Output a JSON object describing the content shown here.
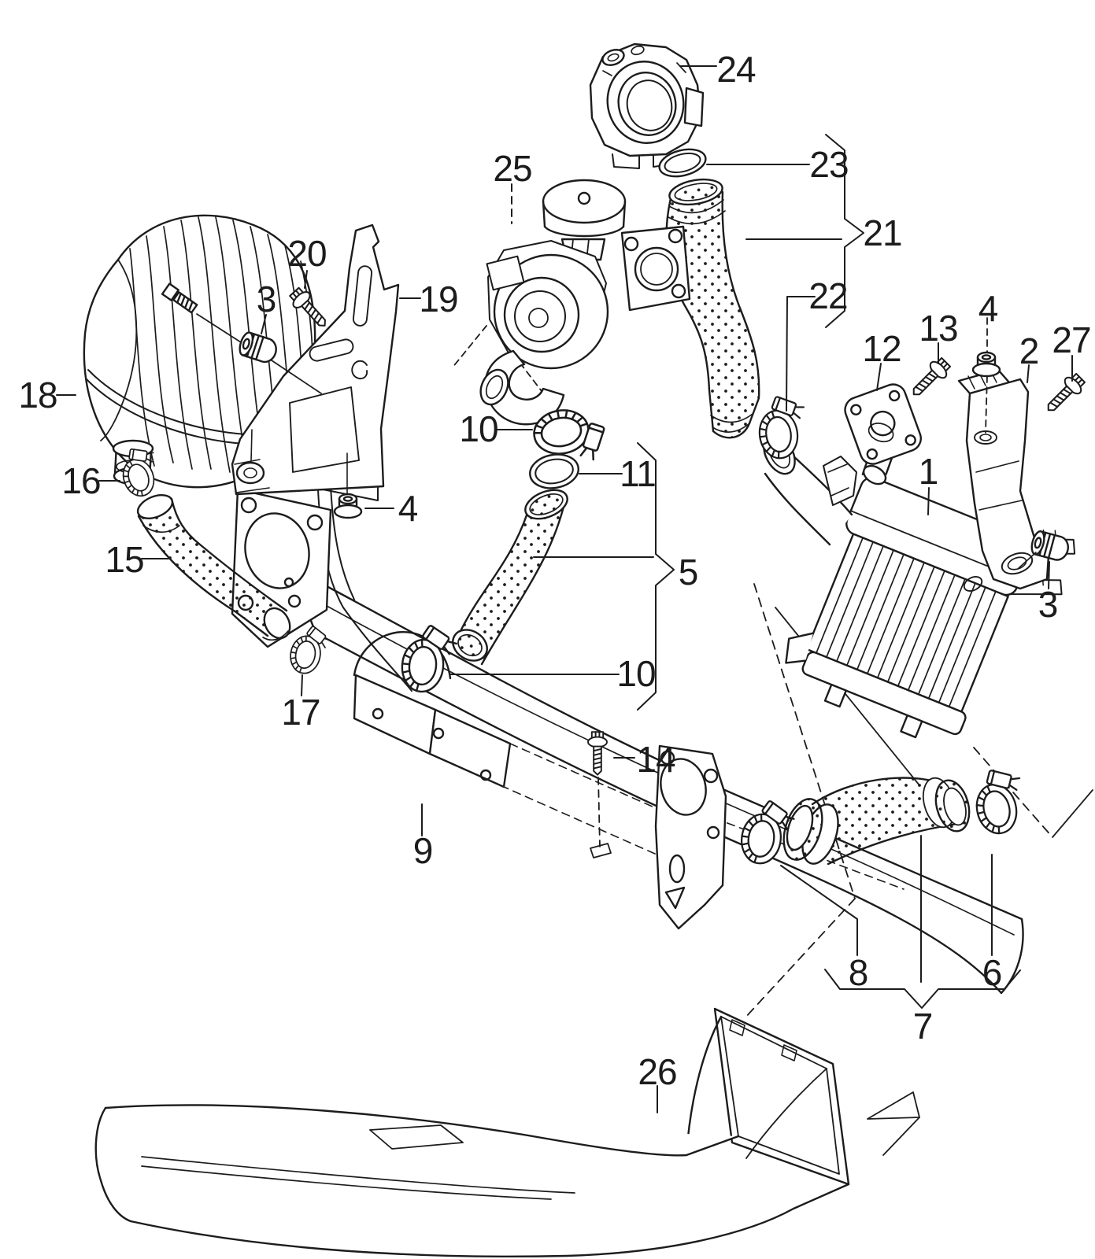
{
  "figure": {
    "kind": "exploded-parts-diagram",
    "background_color": "#ffffff",
    "line_color": "#1c1c1c"
  },
  "callouts": {
    "c1": {
      "label": "1"
    },
    "c2": {
      "label": "2"
    },
    "c3l": {
      "label": "3"
    },
    "c3r": {
      "label": "3"
    },
    "c4c": {
      "label": "4"
    },
    "c4r": {
      "label": "4"
    },
    "c5": {
      "label": "5"
    },
    "c6": {
      "label": "6"
    },
    "c7": {
      "label": "7"
    },
    "c8": {
      "label": "8"
    },
    "c9": {
      "label": "9"
    },
    "c10u": {
      "label": "10"
    },
    "c10l": {
      "label": "10"
    },
    "c11": {
      "label": "11"
    },
    "c12": {
      "label": "12"
    },
    "c13": {
      "label": "13"
    },
    "c14": {
      "label": "14"
    },
    "c15": {
      "label": "15"
    },
    "c16": {
      "label": "16"
    },
    "c17": {
      "label": "17"
    },
    "c18": {
      "label": "18"
    },
    "c19": {
      "label": "19"
    },
    "c20": {
      "label": "20"
    },
    "c21": {
      "label": "21"
    },
    "c22": {
      "label": "22"
    },
    "c23": {
      "label": "23"
    },
    "c24": {
      "label": "24"
    },
    "c25": {
      "label": "25"
    },
    "c26": {
      "label": "26"
    },
    "c27": {
      "label": "27"
    }
  }
}
